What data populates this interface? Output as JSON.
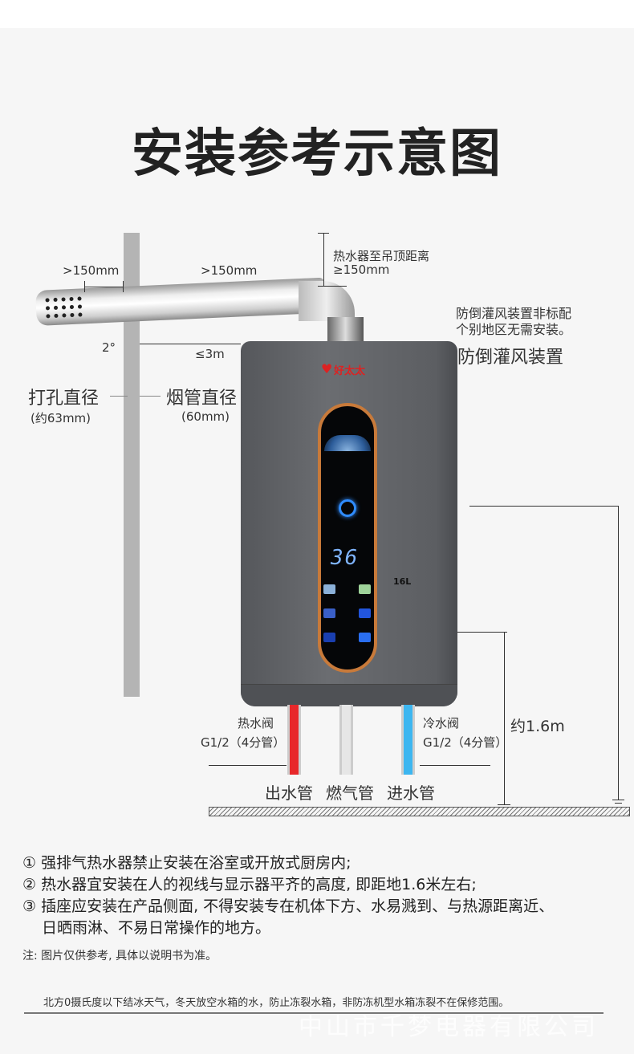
{
  "title": "安装参考示意图",
  "diagram": {
    "wall_gap": ">150mm",
    "flue_extension": ">150mm",
    "ceiling_label": "热水器至吊顶距离",
    "ceiling_value": "≥150mm",
    "slope": "2°",
    "flue_length": "≤3m",
    "hole_label": "打孔直径",
    "hole_value": "(约63mm)",
    "flue_dia_label": "烟管直径",
    "flue_dia_value": "(60mm)",
    "backdraft_note_1": "防倒灌风装置非标配",
    "backdraft_note_2": "个别地区无需安装。",
    "backdraft_label": "防倒灌风装置",
    "brand": "好太太",
    "display_temp": "36",
    "capacity": "16L",
    "hot_valve": "热水阀",
    "hot_valve_spec": "G1/2（4分管）",
    "cold_valve": "冷水阀",
    "cold_valve_spec": "G1/2（4分管）",
    "height": "约1.6m",
    "pipes": [
      "出水管",
      "燃气管",
      "进水管"
    ],
    "pipe_colors": [
      "#e8282a",
      "#e6e6e6",
      "#3cb6f0"
    ]
  },
  "notes": [
    "① 强排气热水器禁止安装在浴室或开放式厨房内;",
    "② 热水器宜安装在人的视线与显示器平齐的高度, 即距地1.6米左右;",
    "③ 插座应安装在产品侧面, 不得安装专在机体下方、水易溅到、与热源距离近、",
    "日晒雨淋、不易日常操作的地方。"
  ],
  "disclaimer": "注: 图片仅供参考, 具体以说明书为准。",
  "winter_notice": "北方0摄氏度以下结冰天气，冬天放空水箱的水，防止冻裂水箱，非防冻机型水箱冻裂不在保修范围。",
  "watermark": "中山市千梦电器有限公司"
}
